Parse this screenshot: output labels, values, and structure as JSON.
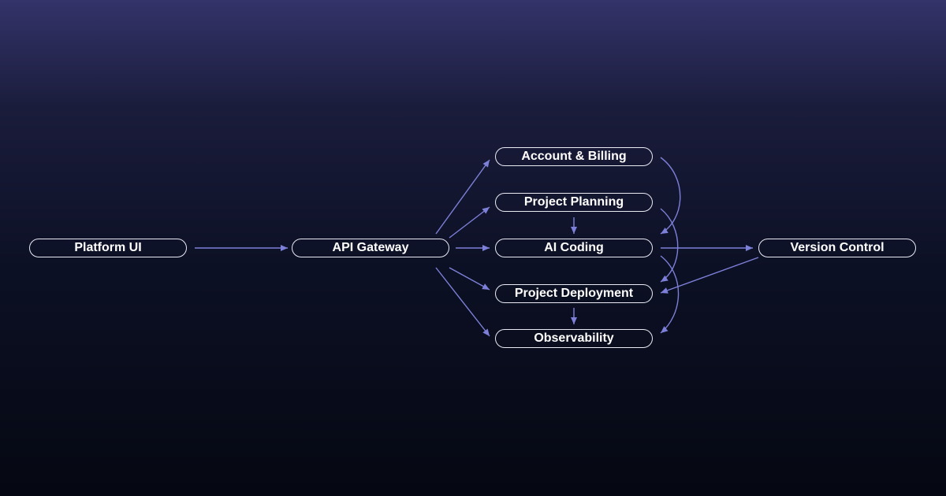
{
  "diagram": {
    "accent_color": "#7d80d8",
    "node_border_color": "#e9eaf4",
    "nodes": {
      "platform_ui": "Platform UI",
      "api_gateway": "API Gateway",
      "account_billing": "Account & Billing",
      "project_planning": "Project Planning",
      "ai_coding": "AI Coding",
      "project_deployment": "Project Deployment",
      "observability": "Observability",
      "version_control": "Version Control"
    },
    "edges": [
      {
        "from": "platform_ui",
        "to": "api_gateway"
      },
      {
        "from": "api_gateway",
        "to": "account_billing"
      },
      {
        "from": "api_gateway",
        "to": "project_planning"
      },
      {
        "from": "api_gateway",
        "to": "ai_coding"
      },
      {
        "from": "api_gateway",
        "to": "project_deployment"
      },
      {
        "from": "api_gateway",
        "to": "observability"
      },
      {
        "from": "project_planning",
        "to": "ai_coding"
      },
      {
        "from": "project_deployment",
        "to": "observability"
      },
      {
        "from": "ai_coding",
        "to": "version_control"
      },
      {
        "from": "version_control",
        "to": "project_deployment"
      },
      {
        "from": "account_billing",
        "to": "ai_coding"
      },
      {
        "from": "project_planning",
        "to": "project_deployment"
      },
      {
        "from": "ai_coding",
        "to": "observability"
      }
    ]
  }
}
